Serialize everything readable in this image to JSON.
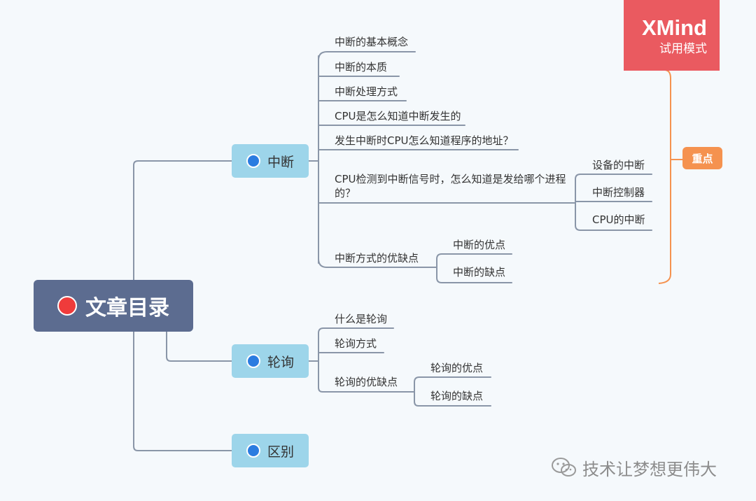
{
  "root": {
    "label": "文章目录"
  },
  "branches": {
    "interrupt": {
      "label": "中断",
      "topics": [
        "中断的基本概念",
        "中断的本质",
        "中断处理方式",
        "CPU是怎么知道中断发生的",
        "发生中断时CPU怎么知道程序的地址？",
        "CPU检测到中断信号时，怎么知道是发给哪个进程的？",
        "中断方式的优缺点"
      ],
      "process_subtopics": [
        "设备的中断",
        "中断控制器",
        "CPU的中断"
      ],
      "pros_cons": [
        "中断的优点",
        "中断的缺点"
      ]
    },
    "polling": {
      "label": "轮询",
      "topics": [
        "什么是轮询",
        "轮询方式",
        "轮询的优缺点"
      ],
      "pros_cons": [
        "轮询的优点",
        "轮询的缺点"
      ]
    },
    "difference": {
      "label": "区别"
    }
  },
  "callout": {
    "label": "重点"
  },
  "trial_banner": {
    "brand": "XMind",
    "mode": "试用模式"
  },
  "watermark": {
    "text": "技术让梦想更伟大"
  },
  "colors": {
    "root": "#5c6c90",
    "root_dot": "#ef3b3b",
    "branch": "#9dd5ea",
    "branch_dot": "#2b7ce0",
    "connector": "#8a96a8",
    "callout": "#f5924f",
    "banner": "#ea5a60"
  }
}
